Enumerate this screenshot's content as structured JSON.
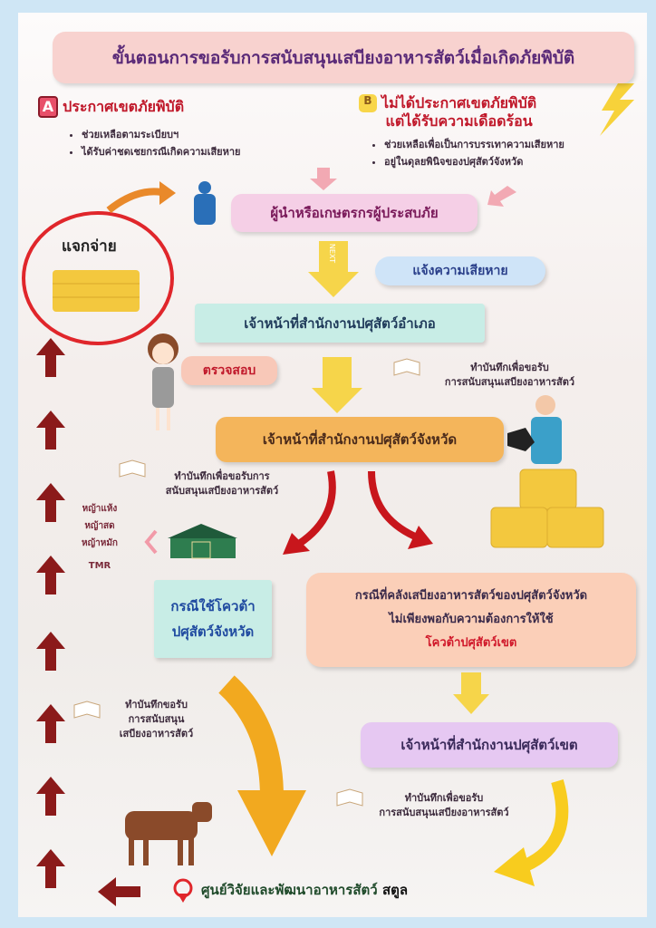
{
  "title": "ขั้นตอนการขอรับการสนับสนุนเสบียงอาหารสัตว์เมื่อเกิดภัยพิบัติ",
  "case_a": {
    "badge": "A",
    "heading": "ประกาศเขตภัยพิบัติ",
    "bullets": [
      "ช่วยเหลือตามระเบียบฯ",
      "ได้รับค่าชดเชยกรณีเกิดความเสียหาย"
    ]
  },
  "case_b": {
    "badge": "B",
    "heading_1": "ไม่ได้ประกาศเขตภัยพิบัติ",
    "heading_2": "แต่ได้รับความเดือดร้อน",
    "bullets": [
      "ช่วยเหลือเพื่อเป็นการบรรเทาความเสียหาย",
      "อยู่ในดุลยพินิจของปศุสัตว์จังหวัด"
    ]
  },
  "farmer": "ผู้นำหรือเกษตรกรผู้ประสบภัย",
  "distribute": "แจกจ่าย",
  "next_label": "NEXT",
  "report_damage": "แจ้งความเสียหาย",
  "district_officer": "เจ้าหน้าที่สำนักงานปศุสัตว์อำเภอ",
  "inspect": "ตรวจสอบ",
  "note_memo_1": [
    "ทำบันทึกเพื่อขอรับ",
    "การสนับสนุนเสบียงอาหารสัตว์"
  ],
  "province_officer": "เจ้าหน้าที่สำนักงานปศุสัตว์จังหวัด",
  "note_memo_2": [
    "ทำบันทึกเพื่อขอรับการ",
    "สนับสนุนเสบียงอาหารสัตว์"
  ],
  "feed_types": [
    "หญ้าแห้ง",
    "หญ้าสด",
    "หญ้าหมัก",
    "TMR"
  ],
  "province_quota": [
    "กรณีใช้โควต้า",
    "ปศุสัตว์จังหวัด"
  ],
  "insufficient": [
    "กรณีที่คลังเสบียงอาหารสัตว์ของปศุสัตว์จังหวัด",
    "ไม่เพียงพอกับความต้องการให้ใช้",
    "โควต้าปศุสัตว์เขต"
  ],
  "region_officer": "เจ้าหน้าที่สำนักงานปศุสัตว์เขต",
  "note_memo_3": [
    "ทำบันทึกขอรับ",
    "การสนับสนุน",
    "เสบียงอาหารสัตว์"
  ],
  "note_memo_4": [
    "ทำบันทึกเพื่อขอรับ",
    "การสนับสนุนเสบียงอาหารสัตว์"
  ],
  "center_name": "ศูนย์วิจัยและพัฒนาอาหารสัตว์",
  "center_location": "สตูล",
  "colors": {
    "title_bg": "#f8d2cf",
    "teal": "#c8ede6",
    "orange": "#f4b55b",
    "peach": "#fbcfb8",
    "purple": "#e6c8f2",
    "dark_red": "#8b1a1a",
    "red_circle": "#e0262b"
  }
}
